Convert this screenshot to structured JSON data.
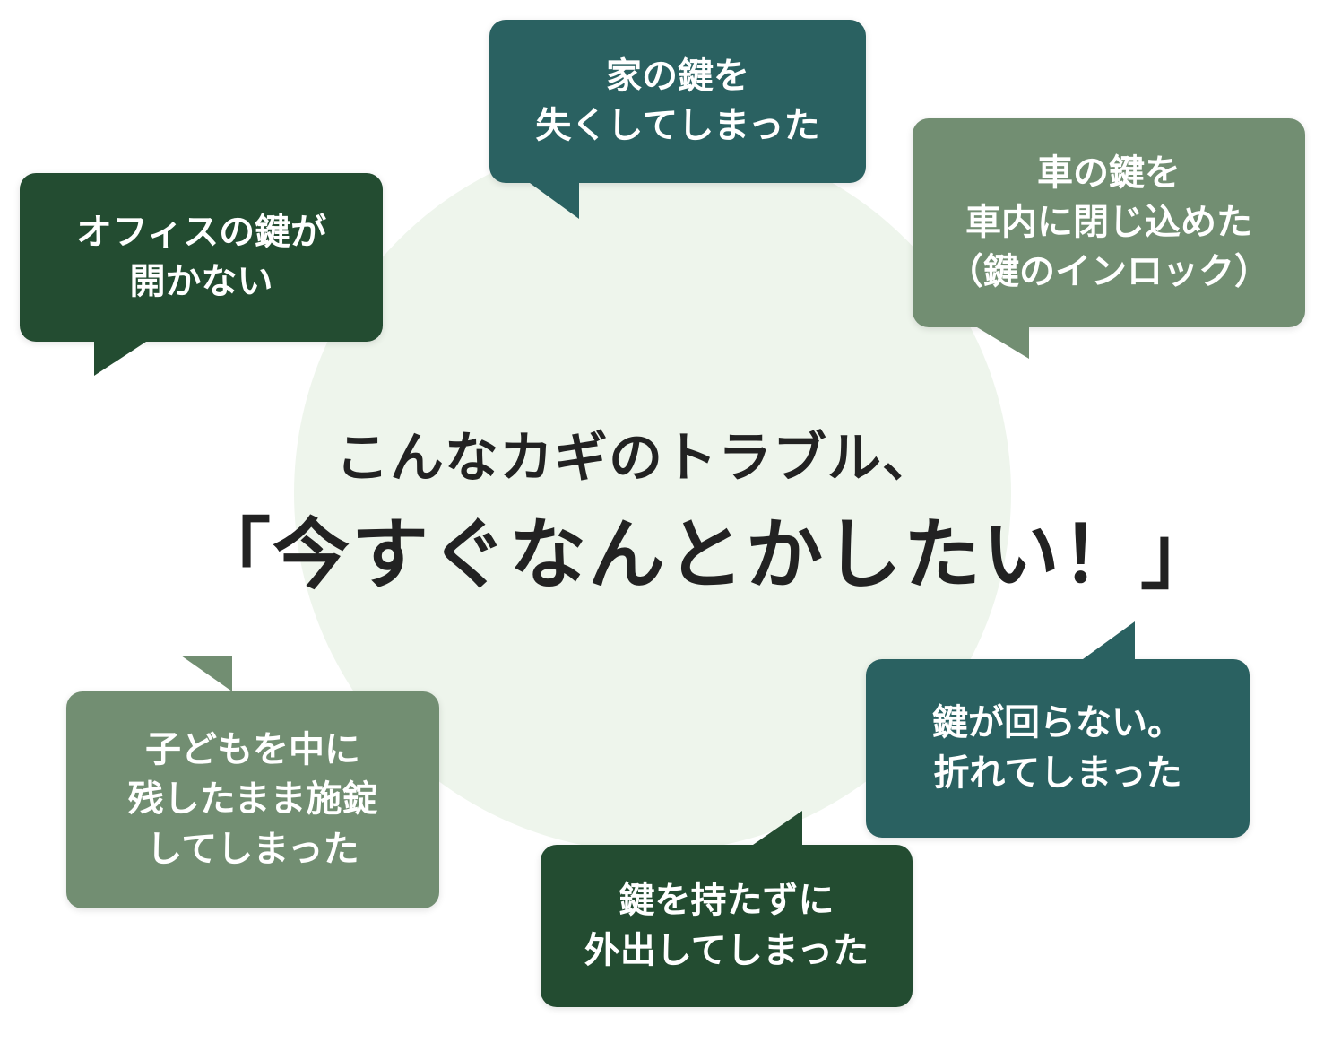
{
  "center": {
    "headline": "こんなカギのトラブル、",
    "tagline": "「今すぐなんとかしたい！」"
  },
  "bubbles": {
    "lost_house": [
      "家の鍵を",
      "失くしてしまった"
    ],
    "office": [
      "オフィスの鍵が",
      "開かない"
    ],
    "car": [
      "車の鍵を",
      "車内に閉じ込めた",
      "（鍵のインロック）"
    ],
    "turn": [
      "鍵が回らない。",
      "折れてしまった"
    ],
    "child": [
      "子どもを中に",
      "残したまま施錠",
      "してしまった"
    ],
    "out": [
      "鍵を持たずに",
      "外出してしまった"
    ]
  },
  "colors": {
    "teal": "#2a6161",
    "dark_green": "#234c31",
    "sage": "#728e72",
    "circle": "#eef5ec",
    "text": "#222222"
  }
}
